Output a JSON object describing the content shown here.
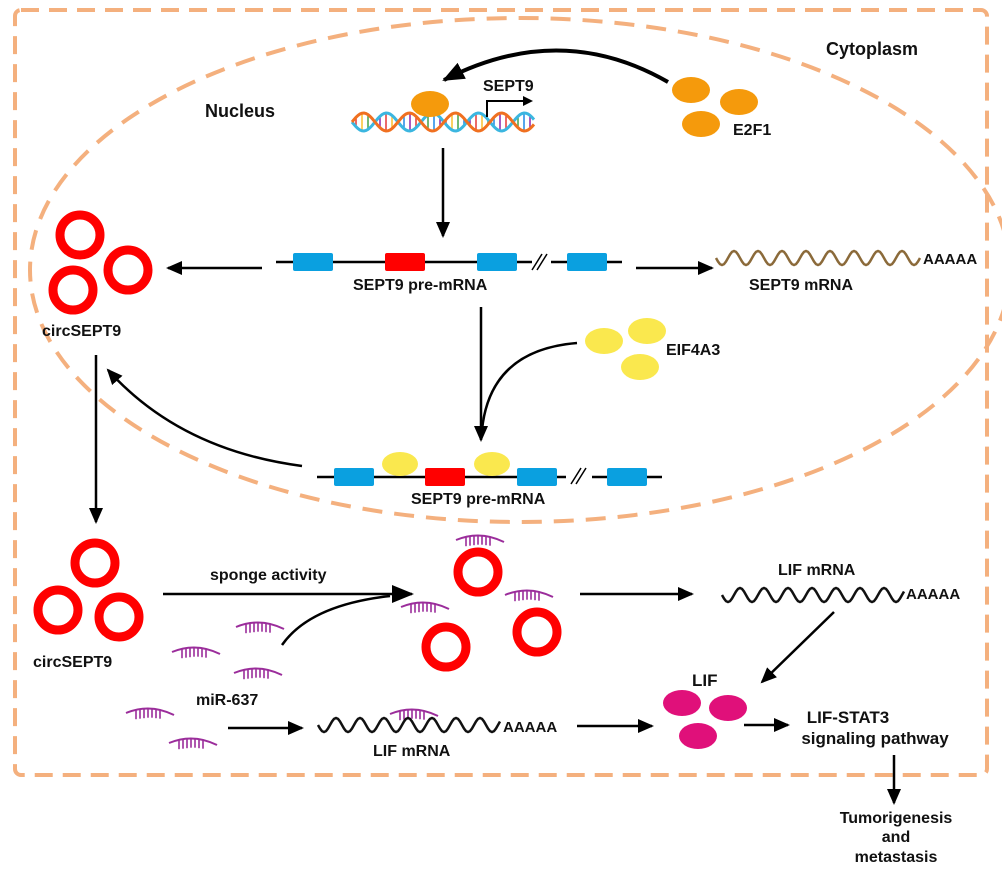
{
  "colors": {
    "membrane": "#F4B07E",
    "circRNA": "#FF0000",
    "exon": "#0AA0E0",
    "circ_exon": "#FF0000",
    "e2f1": "#F59A0C",
    "eif4a3": "#FAE84E",
    "lif": "#E0107A",
    "mirna": "#9B2D9B",
    "dna_strand_a": "#3BB6E0",
    "dna_strand_b": "#F07020",
    "arrow": "#000000"
  },
  "compartments": {
    "cytoplasm": "Cytoplasm",
    "nucleus": "Nucleus"
  },
  "labels": {
    "sept9_gene": "SEPT9",
    "e2f1": "E2F1",
    "pre_mrna_top": "SEPT9 pre-mRNA",
    "sept9_mrna": "SEPT9 mRNA",
    "polyA_top": "AAAAA",
    "circ_nucleus": "circSEPT9",
    "eif4a3": "EIF4A3",
    "pre_mrna_bottom": "SEPT9 pre-mRNA",
    "circ_cytoplasm": "circSEPT9",
    "sponge": "sponge activity",
    "mir": "miR-637",
    "lif_mrna_right": "LIF mRNA",
    "polyA_right": "AAAAA",
    "lif_mrna_bottom": "LIF mRNA",
    "polyA_bottom": "AAAAA",
    "lif": "LIF",
    "pathway_line1": "LIF-STAT3",
    "pathway_line2": "signaling pathway",
    "outcome_line1": "Tumorigenesis",
    "outcome_line2": "and",
    "outcome_line3": "metastasis"
  }
}
